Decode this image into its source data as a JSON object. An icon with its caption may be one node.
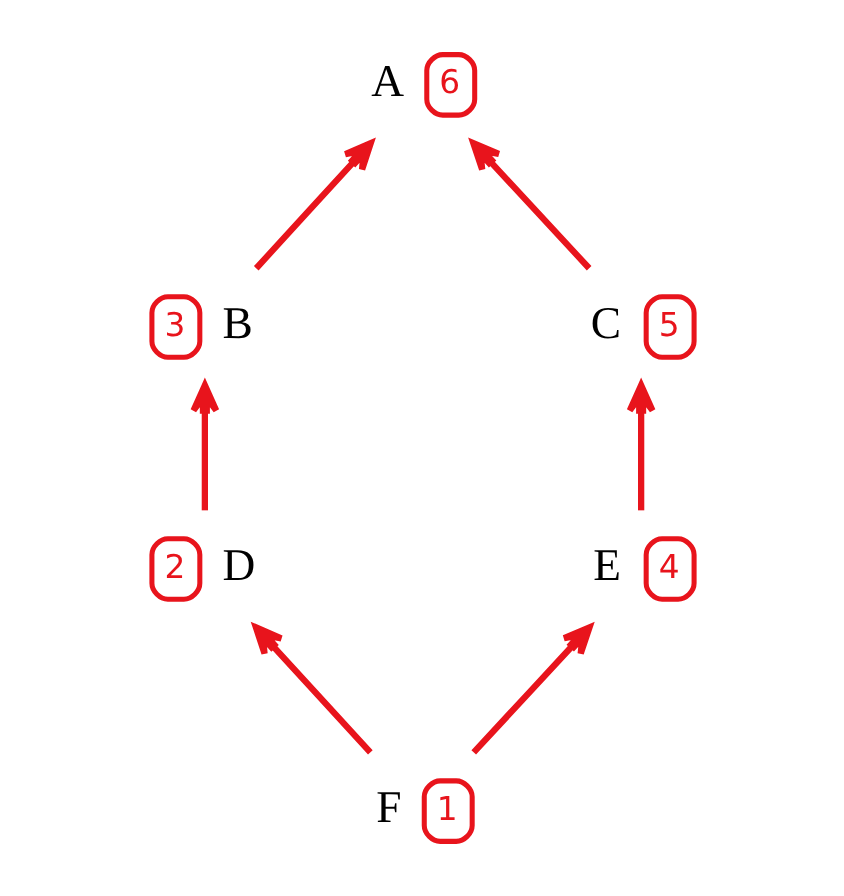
{
  "diagram": {
    "nodes": [
      {
        "text": [
          "A",
          "6"
        ]
      },
      {
        "text": [
          "3",
          "B"
        ]
      },
      {
        "text": [
          "C",
          "5"
        ]
      },
      {
        "text": [
          "2",
          "D"
        ]
      },
      {
        "text": [
          "E",
          "4"
        ]
      },
      {
        "text": [
          "F",
          "1"
        ]
      }
    ],
    "edges": [
      {
        "from": 5,
        "to": 3,
        "arrow": "to"
      },
      {
        "from": 5,
        "to": 4,
        "arrow": "to"
      },
      {
        "from": 3,
        "to": 1,
        "arrow": "to"
      },
      {
        "from": 4,
        "to": 2,
        "arrow": "to"
      },
      {
        "from": 1,
        "to": 0,
        "arrow": "to"
      },
      {
        "from": 2,
        "to": 0,
        "arrow": "to"
      }
    ]
  }
}
